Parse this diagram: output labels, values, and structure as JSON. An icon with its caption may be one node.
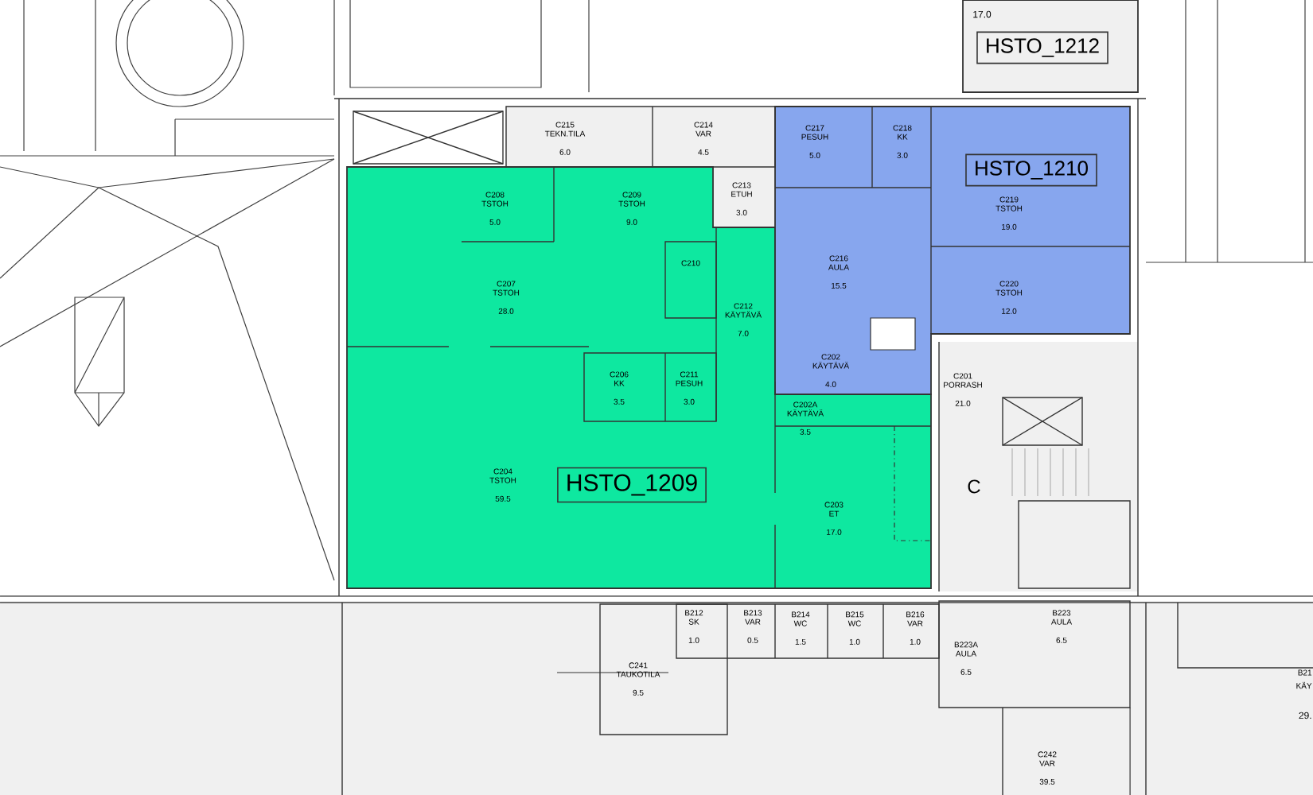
{
  "diagram": {
    "nodes": [
      {
        "text": [
          "HSTO_1212"
        ]
      },
      {
        "text": [
          "HSTO_1209"
        ]
      },
      {
        "text": [
          "HSTO_1210"
        ]
      },
      {
        "text": [
          "C215",
          "TEKN.TILA",
          "6.0"
        ]
      },
      {
        "text": [
          "C214",
          "VAR",
          "4.5"
        ]
      },
      {
        "text": [
          "C217",
          "PESUH",
          "5.0"
        ],
        "in": 2
      },
      {
        "text": [
          "C218",
          "KK",
          "3.0"
        ],
        "in": 2
      },
      {
        "text": [
          "C208",
          "TSTOH",
          "5.0"
        ],
        "in": 1
      },
      {
        "text": [
          "C209",
          "TSTOH",
          "9.0"
        ],
        "in": 1
      },
      {
        "text": [
          "C213",
          "ETUH",
          "3.0"
        ]
      },
      {
        "text": [
          "C219",
          "TSTOH",
          "19.0"
        ],
        "in": 2
      },
      {
        "text": [
          "C210"
        ],
        "in": 1
      },
      {
        "text": [
          "C207",
          "TSTOH",
          "28.0"
        ],
        "in": 1
      },
      {
        "text": [
          "C216",
          "AULA",
          "15.5"
        ],
        "in": 2
      },
      {
        "text": [
          "C220",
          "TSTOH",
          "12.0"
        ],
        "in": 2
      },
      {
        "text": [
          "C212",
          "KÄYTÄVÄ",
          "7.0"
        ],
        "in": 1
      },
      {
        "text": [
          "C202",
          "KÄYTÄVÄ",
          "4.0"
        ],
        "in": 2
      },
      {
        "text": [
          "C201",
          "PORRASH",
          "21.0"
        ]
      },
      {
        "text": [
          "C206",
          "KK",
          "3.5"
        ],
        "in": 1
      },
      {
        "text": [
          "C211",
          "PESUH",
          "3.0"
        ],
        "in": 1
      },
      {
        "text": [
          "C202A",
          "KÄYTÄVÄ",
          "3.5"
        ],
        "in": 1
      },
      {
        "text": [
          "C204",
          "TSTOH",
          "59.5"
        ],
        "in": 1
      },
      {
        "text": [
          "C203",
          "ET",
          "17.0"
        ],
        "in": 1
      },
      {
        "text": [
          "B212",
          "SK",
          "1.0"
        ]
      },
      {
        "text": [
          "B213",
          "VAR",
          "0.5"
        ]
      },
      {
        "text": [
          "B214",
          "WC",
          "1.5"
        ]
      },
      {
        "text": [
          "B215",
          "WC",
          "1.0"
        ]
      },
      {
        "text": [
          "B216",
          "VAR",
          "1.0"
        ]
      },
      {
        "text": [
          "B223",
          "AULA",
          "6.5"
        ]
      },
      {
        "text": [
          "B223A",
          "AULA",
          "6.5"
        ]
      },
      {
        "text": [
          "C241",
          "TAUKOTILA",
          "9.5"
        ]
      },
      {
        "text": [
          "C242",
          "VAR",
          "39.5"
        ]
      }
    ],
    "labels": [
      "17.0",
      "C",
      "B21",
      "KÄY",
      "29."
    ]
  }
}
